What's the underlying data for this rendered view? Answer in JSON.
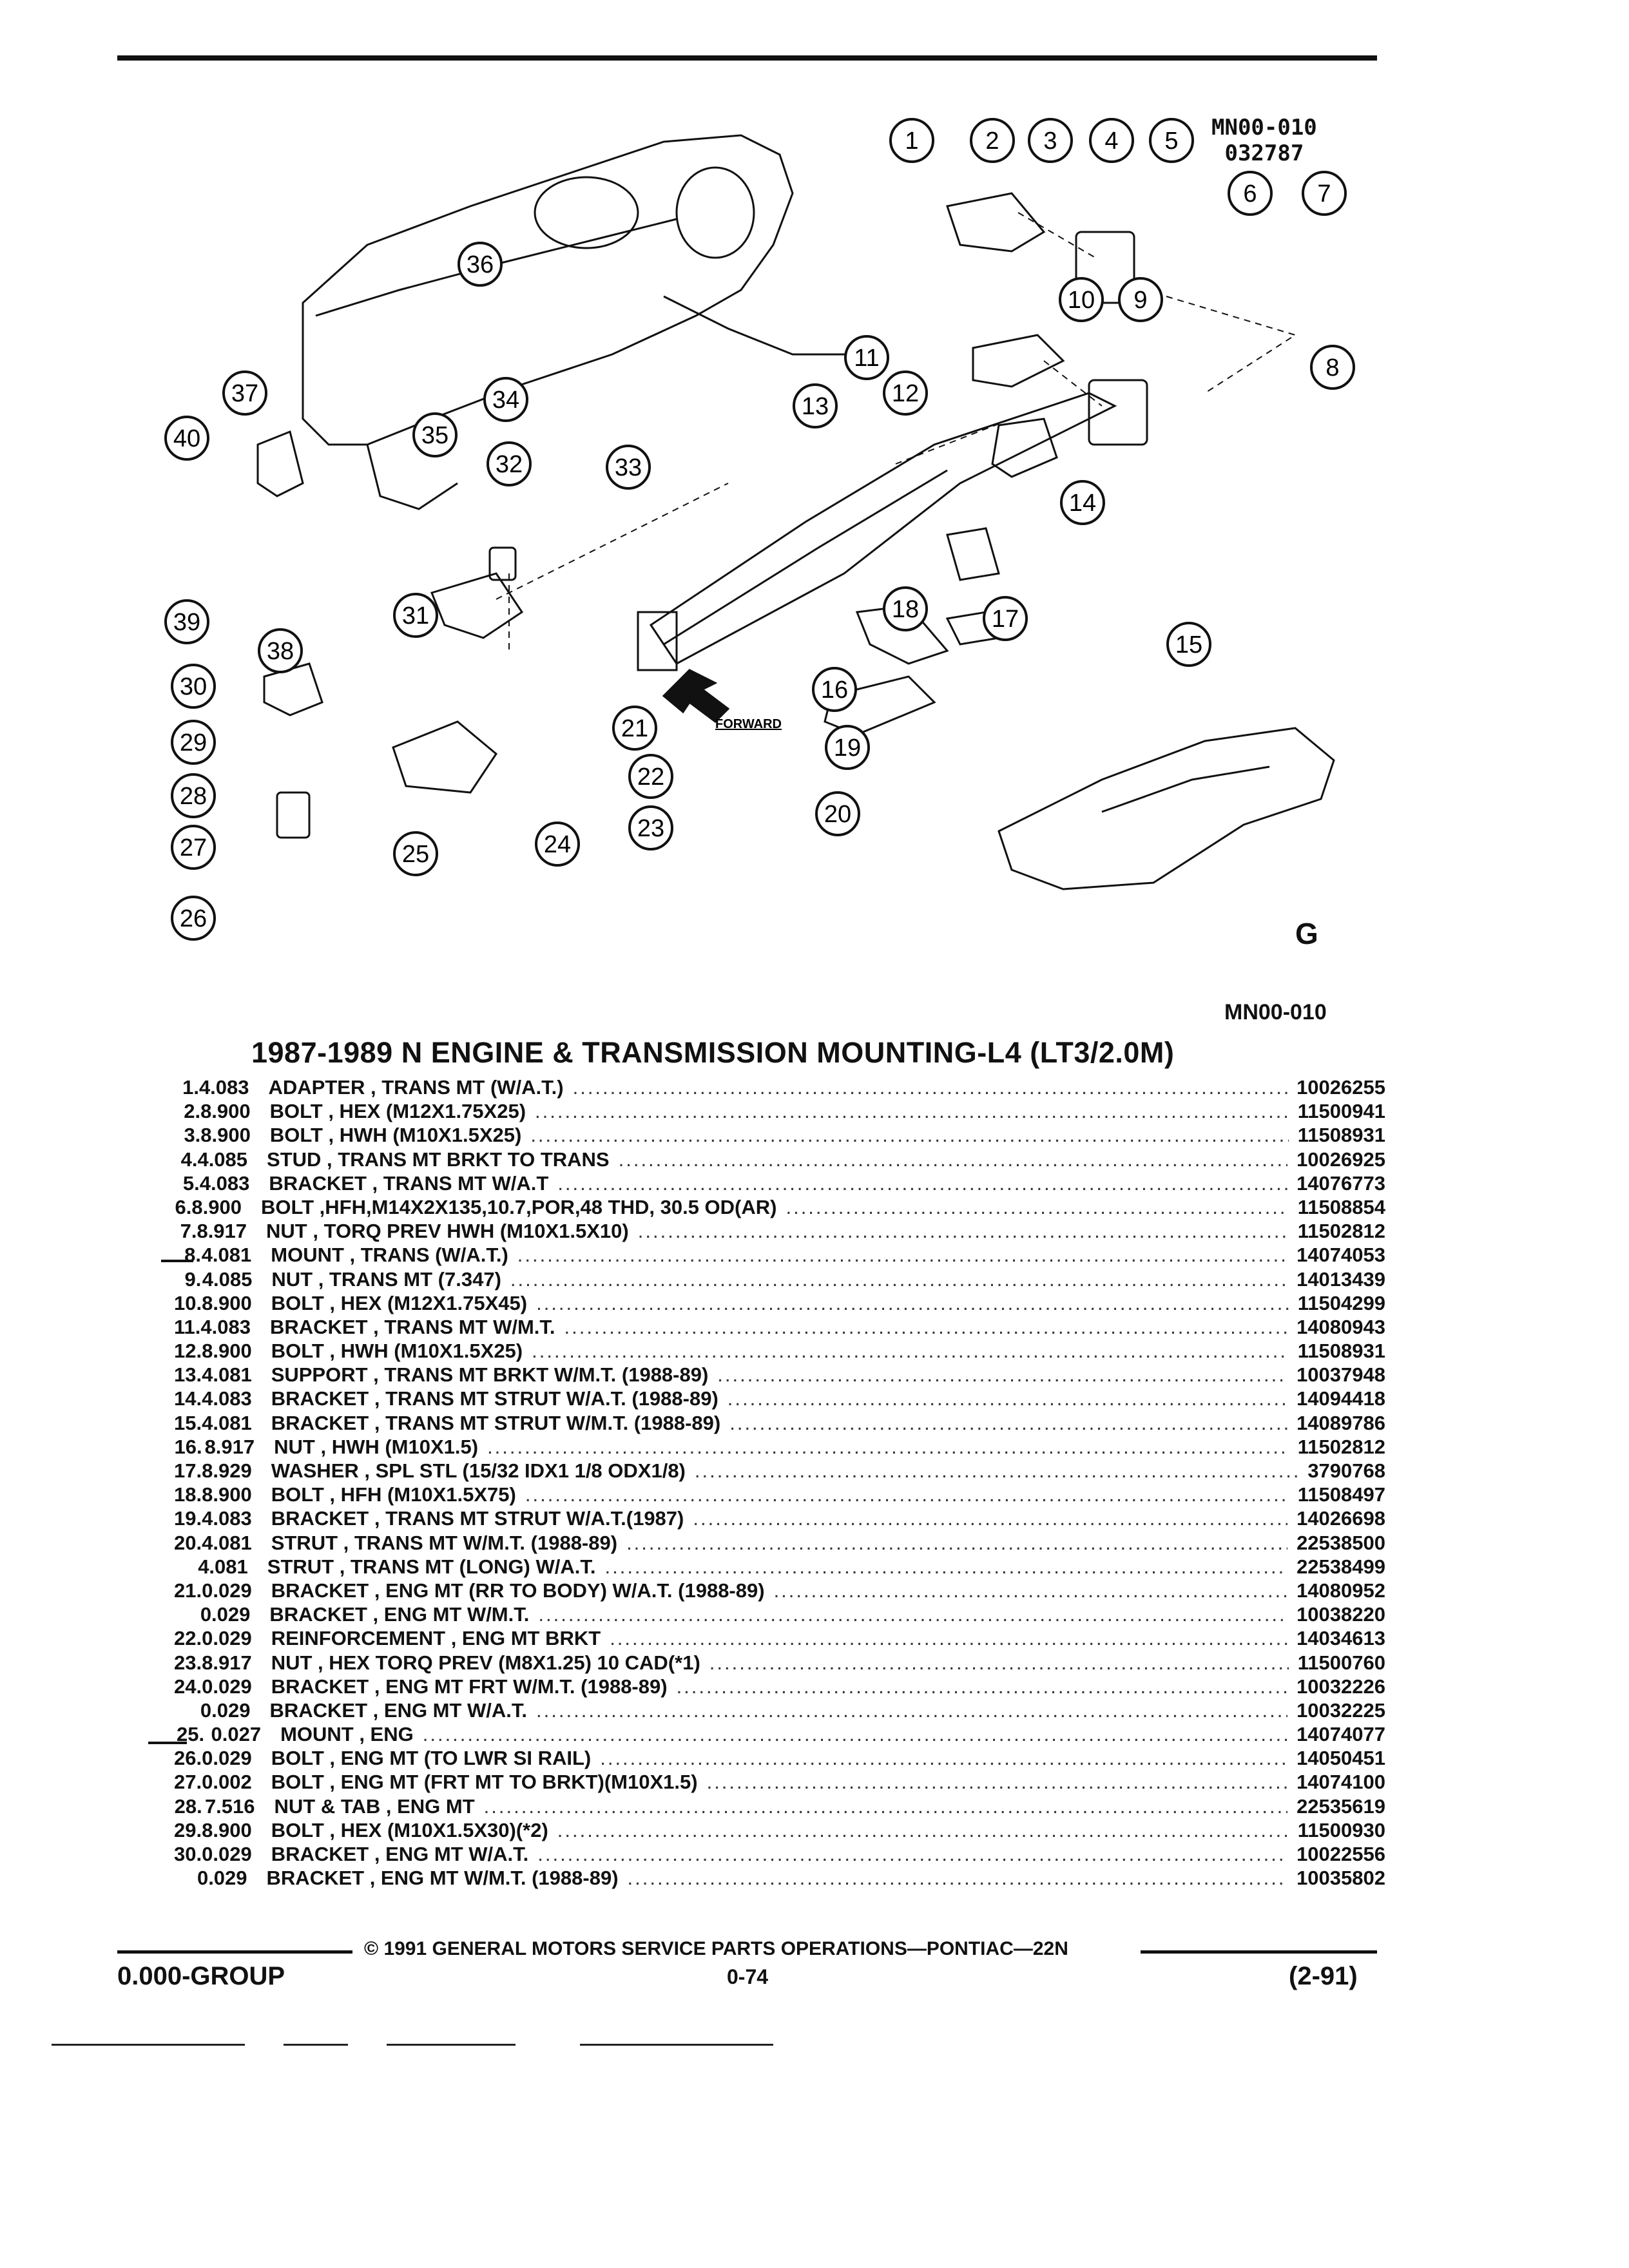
{
  "figure": {
    "id_top_line1": "MN00-010",
    "id_top_line2": "032787",
    "forward_label": "FORWARD",
    "logo": "G",
    "id_bottom": "MN00-010"
  },
  "title": "1987-1989 N ENGINE & TRANSMISSION MOUNTING-L4 (LT3/2.0M)",
  "parts": [
    {
      "num": "1.",
      "code": "4.083",
      "desc": "ADAPTER , TRANS MT (W/A.T.)",
      "pn": "10026255"
    },
    {
      "num": "2.",
      "code": "8.900",
      "desc": "BOLT , HEX (M12X1.75X25)",
      "pn": "11500941"
    },
    {
      "num": "3.",
      "code": "8.900",
      "desc": "BOLT , HWH (M10X1.5X25)",
      "pn": "11508931"
    },
    {
      "num": "4.",
      "code": "4.085",
      "desc": "STUD , TRANS MT BRKT TO TRANS",
      "pn": "10026925"
    },
    {
      "num": "5.",
      "code": "4.083",
      "desc": "BRACKET , TRANS MT W/A.T",
      "pn": "14076773"
    },
    {
      "num": "6.",
      "code": "8.900",
      "desc": "BOLT ,HFH,M14X2X135,10.7,POR,48 THD, 30.5 OD(AR)",
      "pn": "11508854"
    },
    {
      "num": "7.",
      "code": "8.917",
      "desc": "NUT , TORQ PREV HWH (M10X1.5X10)",
      "pn": "11502812"
    },
    {
      "num": "8.",
      "code": "4.081",
      "desc": "MOUNT , TRANS (W/A.T.)",
      "pn": "14074053"
    },
    {
      "num": "9.",
      "code": "4.085",
      "desc": "NUT , TRANS MT (7.347)",
      "pn": "14013439"
    },
    {
      "num": "10.",
      "code": "8.900",
      "desc": "BOLT , HEX (M12X1.75X45)",
      "pn": "11504299"
    },
    {
      "num": "11.",
      "code": "4.083",
      "desc": "BRACKET , TRANS MT W/M.T.",
      "pn": "14080943"
    },
    {
      "num": "12.",
      "code": "8.900",
      "desc": "BOLT , HWH (M10X1.5X25)",
      "pn": "11508931"
    },
    {
      "num": "13.",
      "code": "4.081",
      "desc": "SUPPORT , TRANS MT BRKT W/M.T. (1988-89)",
      "pn": "10037948"
    },
    {
      "num": "14.",
      "code": "4.083",
      "desc": "BRACKET , TRANS MT STRUT W/A.T. (1988-89)",
      "pn": "14094418"
    },
    {
      "num": "15.",
      "code": "4.081",
      "desc": "BRACKET , TRANS MT STRUT W/M.T. (1988-89)",
      "pn": "14089786"
    },
    {
      "num": "16.",
      "code": "8.917",
      "desc": "NUT , HWH (M10X1.5)",
      "pn": "11502812"
    },
    {
      "num": "17.",
      "code": "8.929",
      "desc": "WASHER , SPL STL (15/32 IDX1 1/8 ODX1/8)",
      "pn": "3790768"
    },
    {
      "num": "18.",
      "code": "8.900",
      "desc": "BOLT , HFH (M10X1.5X75)",
      "pn": "11508497"
    },
    {
      "num": "19.",
      "code": "4.083",
      "desc": "BRACKET , TRANS MT STRUT W/A.T.(1987)",
      "pn": "14026698"
    },
    {
      "num": "20.",
      "code": "4.081",
      "desc": "STRUT , TRANS MT W/M.T. (1988-89)",
      "pn": "22538500"
    },
    {
      "num": "",
      "code": "4.081",
      "desc": "STRUT , TRANS MT (LONG) W/A.T.",
      "pn": "22538499"
    },
    {
      "num": "21.",
      "code": "0.029",
      "desc": "BRACKET , ENG MT (RR TO BODY) W/A.T. (1988-89)",
      "pn": "14080952"
    },
    {
      "num": "",
      "code": "0.029",
      "desc": "BRACKET , ENG MT W/M.T.",
      "pn": "10038220"
    },
    {
      "num": "22.",
      "code": "0.029",
      "desc": "REINFORCEMENT , ENG MT BRKT",
      "pn": "14034613"
    },
    {
      "num": "23.",
      "code": "8.917",
      "desc": "NUT , HEX TORQ PREV (M8X1.25) 10 CAD(*1)",
      "pn": "11500760"
    },
    {
      "num": "24.",
      "code": "0.029",
      "desc": "BRACKET , ENG MT FRT W/M.T. (1988-89)",
      "pn": "10032226"
    },
    {
      "num": "",
      "code": "0.029",
      "desc": "BRACKET , ENG MT W/A.T.",
      "pn": "10032225"
    },
    {
      "num": "25.",
      "code": "0.027",
      "desc": "MOUNT , ENG",
      "pn": "14074077"
    },
    {
      "num": "26.",
      "code": "0.029",
      "desc": "BOLT , ENG MT (TO LWR SI RAIL)",
      "pn": "14050451"
    },
    {
      "num": "27.",
      "code": "0.002",
      "desc": "BOLT , ENG MT (FRT MT TO BRKT)(M10X1.5)",
      "pn": "14074100"
    },
    {
      "num": "28.",
      "code": "7.516",
      "desc": "NUT & TAB , ENG MT",
      "pn": "22535619"
    },
    {
      "num": "29.",
      "code": "8.900",
      "desc": "BOLT , HEX (M10X1.5X30)(*2)",
      "pn": "11500930"
    },
    {
      "num": "30.",
      "code": "0.029",
      "desc": "BRACKET , ENG MT W/A.T.",
      "pn": "10022556"
    },
    {
      "num": "",
      "code": "0.029",
      "desc": "BRACKET , ENG MT W/M.T. (1988-89)",
      "pn": "10035802"
    }
  ],
  "footer": {
    "copyright": "© 1991 GENERAL MOTORS SERVICE PARTS OPERATIONS—PONTIAC—22N",
    "group": "0.000-GROUP",
    "page": "0-74",
    "date": "(2-91)"
  },
  "callouts": [
    "1",
    "2",
    "3",
    "4",
    "5",
    "6",
    "7",
    "8",
    "9",
    "10",
    "11",
    "12",
    "13",
    "14",
    "15",
    "16",
    "17",
    "18",
    "19",
    "20",
    "21",
    "22",
    "23",
    "24",
    "25",
    "26",
    "27",
    "28",
    "29",
    "30",
    "31",
    "32",
    "33",
    "34",
    "35",
    "36",
    "37",
    "38",
    "39",
    "40"
  ]
}
